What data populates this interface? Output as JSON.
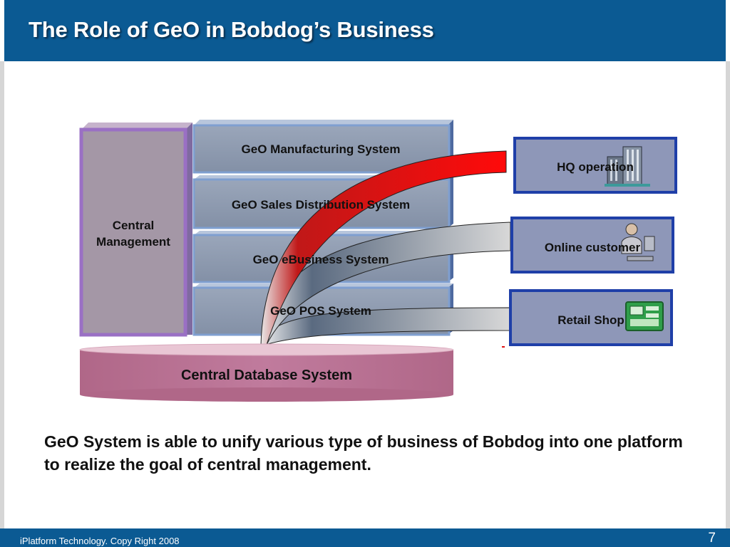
{
  "slide": {
    "title": "The Role of GeO in Bobdog’s Business",
    "footer": "iPlatform Technology. Copy Right  2008",
    "page_number": "7"
  },
  "diagram": {
    "central_management": [
      "Central",
      "Management"
    ],
    "systems": [
      "GeO  Manufacturing System",
      "GeO  Sales Distribution System",
      "GeO  eBusiness System",
      "GeO  POS System"
    ],
    "database": "Central Database System",
    "targets": [
      "HQ operation",
      "Online customer",
      "Retail Shop"
    ]
  },
  "summary": "GeO System is able to unify various type of business of Bobdog into one platform to realize the goal of central management.",
  "colors": {
    "header": "#0b5a93",
    "system_box": "#8c9ab0",
    "central_box": "#a497a6",
    "database": "#b76f93",
    "target_box": "#8e97b8",
    "target_border": "#1f3fa8",
    "arrow_red": "#e01010",
    "arrow_gray": "#3d4f66"
  },
  "icons": [
    "buildings-icon",
    "person-at-computer-icon",
    "cash-register-icon"
  ]
}
